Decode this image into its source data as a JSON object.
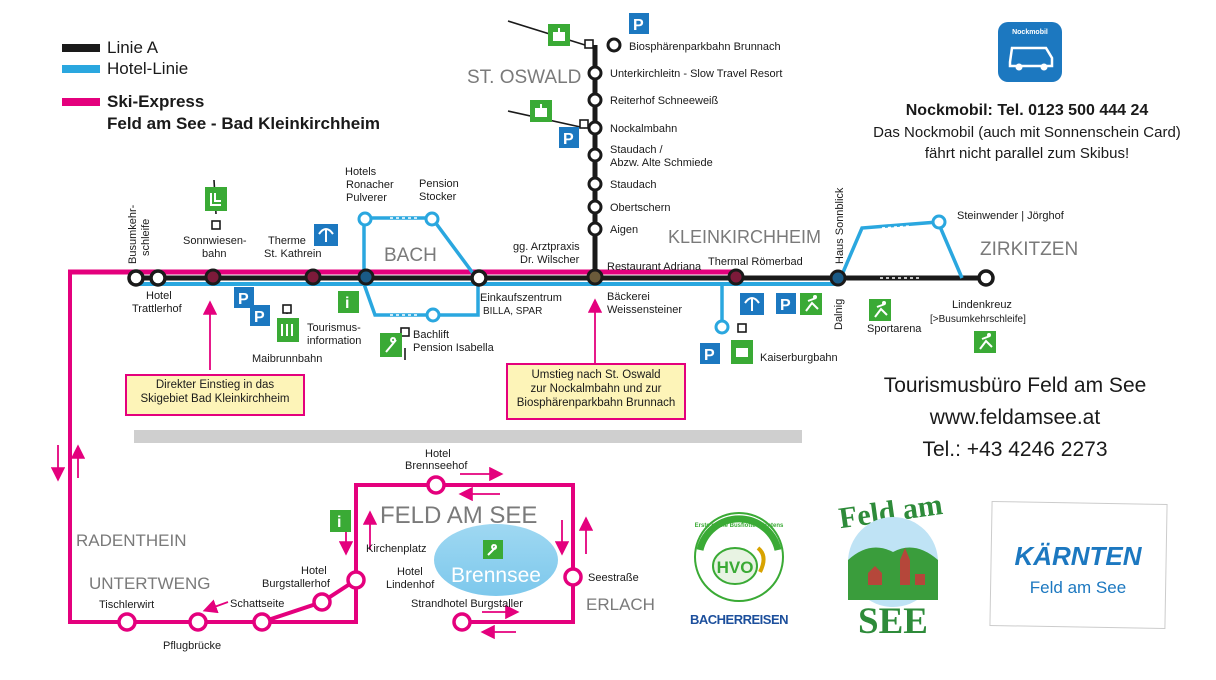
{
  "legend": {
    "linie_a": "Linie A",
    "hotel_linie": "Hotel-Linie",
    "ski_express_1": "Ski-Express",
    "ski_express_2": "Feld am See - Bad Kleinkirchheim"
  },
  "colors": {
    "linie_a": "#1a1a1a",
    "hotel_linie": "#2aa7df",
    "ski_express": "#e4007d",
    "green_icon": "#3aaa35",
    "blue_icon": "#1c78c0",
    "note_bg": "#fdf4b8"
  },
  "regions": {
    "st_oswald": "ST. OSWALD",
    "bach": "BACH",
    "kleinkirchheim": "KLEINKIRCHHEIM",
    "zirkitzen": "ZIRKITZEN",
    "feld_am_see": "FELD AM SEE",
    "radenthein": "RADENTHEIN",
    "untertweng": "UNTERTWENG",
    "erlach": "ERLACH",
    "lake": "Brennsee"
  },
  "stops": {
    "busumkehrschleife_1": "Busumkehr-",
    "busumkehrschleife_2": "schleife",
    "hotel_trattlerhof_1": "Hotel",
    "hotel_trattlerhof_2": "Trattlerhof",
    "sonnwiesenbahn_1": "Sonnwiesen-",
    "sonnwiesenbahn_2": "bahn",
    "therme_1": "Therme",
    "therme_2": "St. Kathrein",
    "hotels_ronacher_1": "Hotels",
    "hotels_ronacher_2": "Ronacher",
    "hotels_ronacher_3": "Pulverer",
    "pension_stocker_1": "Pension",
    "pension_stocker_2": "Stocker",
    "maibrunnbahn": "Maibrunnbahn",
    "tourismusinfo_1": "Tourismus-",
    "tourismusinfo_2": "information",
    "bachlift_1": "Bachlift",
    "bachlift_2": "Pension Isabella",
    "einkaufszentrum_1": "Einkaufszentrum",
    "einkaufszentrum_2": "BILLA, SPAR",
    "arztpraxis_1": "gg. Arztpraxis",
    "arztpraxis_2": "Dr. Wilscher",
    "restaurant_adriana": "Restaurant Adriana",
    "baeckerei_1": "Bäckerei",
    "baeckerei_2": "Weissensteiner",
    "thermal_roemerbad": "Thermal Römerbad",
    "kaiserburgbahn": "Kaiserburgbahn",
    "haus_sonnblick": "Haus Sonnblick",
    "dalnig": "Dalnig",
    "sportarena": "Sportarena",
    "steinwender": "Steinwender | Jörghof",
    "lindenkreuz_1": "Lindenkreuz",
    "lindenkreuz_2": "[>Busumkehrschleife]",
    "aigen": "Aigen",
    "obertschern": "Obertschern",
    "staudach": "Staudach",
    "staudach_abzw_1": "Staudach /",
    "staudach_abzw_2": "Abzw. Alte Schmiede",
    "nockalmbahn": "Nockalmbahn",
    "reiterhof": "Reiterhof Schneeweiß",
    "unterkirchleitn": "Unterkirchleitn - Slow Travel Resort",
    "biosphaerenparkbahn": "Biosphärenparkbahn Brunnach",
    "hotel_brennseehof_1": "Hotel",
    "hotel_brennseehof_2": "Brennseehof",
    "kirchenplatz": "Kirchenplatz",
    "hotel_lindenhof_1": "Hotel",
    "hotel_lindenhof_2": "Lindenhof",
    "seestrasse": "Seestraße",
    "strandhotel": "Strandhotel Burgstaller",
    "hotel_burgstallerhof_1": "Hotel",
    "hotel_burgstallerhof_2": "Burgstallerhof",
    "schattseite": "Schattseite",
    "tischlerwirt": "Tischlerwirt",
    "pflugbruecke": "Pflugbrücke"
  },
  "notes": {
    "direkter_einstieg_1": "Direkter Einstieg in das",
    "direkter_einstieg_2": "Skigebiet Bad Kleinkirchheim",
    "umstieg_1": "Umstieg nach St. Oswald",
    "umstieg_2": "zur Nockalmbahn und zur",
    "umstieg_3": "Biosphärenparkbahn Brunnach"
  },
  "nockmobil": {
    "badge": "Nockmobil",
    "title": "Nockmobil: Tel. 0123 500 444 24",
    "line1": "Das Nockmobil (auch mit Sonnenschein Card)",
    "line2": "fährt nicht parallel zum Skibus!"
  },
  "tourism_office": {
    "name": "Tourismusbüro Feld am See",
    "web": "www.feldamsee.at",
    "tel": "Tel.: +43 4246 2273"
  },
  "logos": {
    "hvo_badge": "HVO",
    "hvo_ring": "Erste grüne Busflotte Kärntens",
    "bacher": "BACHERREISEN",
    "feld_am_top": "Feld am",
    "feld_am_bottom": "SEE",
    "kaernten": "KÄRNTEN",
    "kaernten_sub": "Feld am See"
  },
  "icons": {
    "parking": "P",
    "info": "i"
  }
}
